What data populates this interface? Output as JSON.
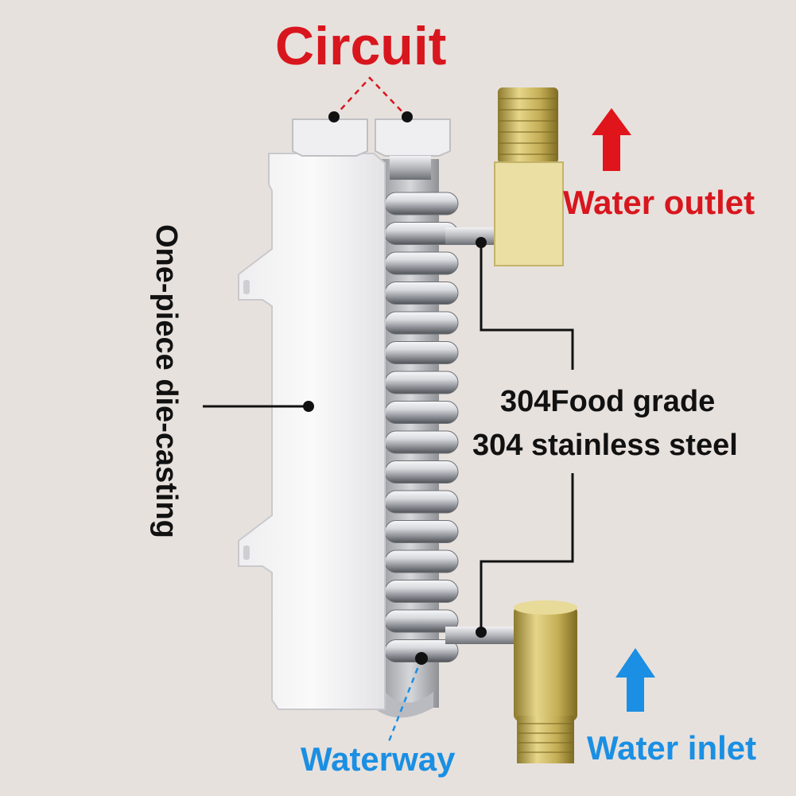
{
  "labels": {
    "circuit": "Circuit",
    "water_outlet": "Water outlet",
    "material_line1": "304Food grade",
    "material_line2": "304 stainless steel",
    "die_casting": "One-piece die-casting",
    "waterway": "Waterway",
    "water_inlet": "Water inlet"
  },
  "colors": {
    "background": "#e7e1dd",
    "red_accent": "#d8161e",
    "blue_accent": "#1a8fe3",
    "brass": "#c9b468"
  }
}
